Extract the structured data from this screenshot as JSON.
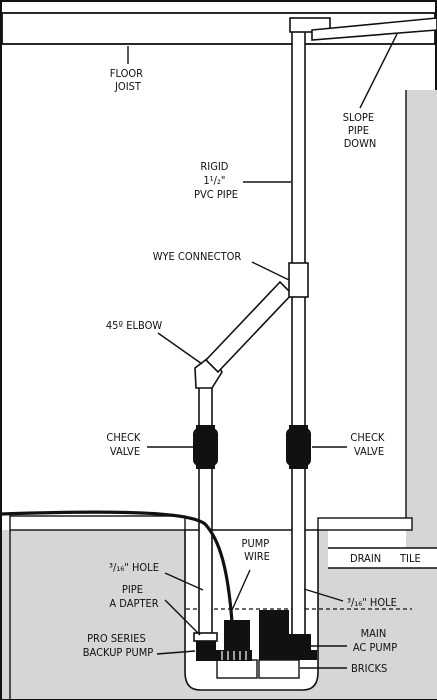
{
  "labels": {
    "floor_joist": [
      "FLOOR",
      "JOIST"
    ],
    "slope_pipe_down": [
      "SLOPE",
      "PIPE",
      "DOWN"
    ],
    "rigid_pvc_pipe": [
      "RIGID",
      "1¹/₂\"",
      "PVC PIPE"
    ],
    "wye_connector": [
      "WYE CONNECTOR"
    ],
    "elbow_45": [
      "45º ELBOW"
    ],
    "check_valve_left": [
      "CHECK",
      "VALVE"
    ],
    "check_valve_right": [
      "CHECK",
      "VALVE"
    ],
    "pump_wire": [
      "PUMP",
      "WIRE"
    ],
    "hole_left": [
      "³/₁₆\" HOLE"
    ],
    "pipe_adapter": [
      "PIPE",
      "A DAPTER"
    ],
    "pro_series_backup_pump": [
      "PRO SERIES",
      "BACKUP PUMP"
    ],
    "drain_tile": [
      "DRAIN",
      "TILE"
    ],
    "hole_right": [
      "³/₁₆\" HOLE"
    ],
    "main_ac_pump": [
      "MAIN",
      "AC PUMP"
    ],
    "bricks": [
      "BRICKS"
    ]
  },
  "colors": {
    "line": "#111111",
    "floor_fill": "#d6d6d6",
    "wall_fill": "#d6d6d6",
    "background": "#ffffff"
  }
}
